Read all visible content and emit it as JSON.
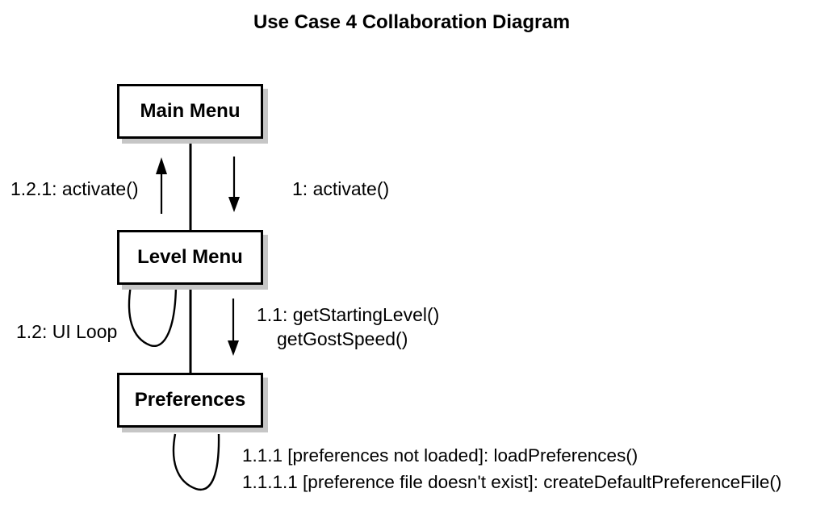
{
  "title": "Use Case 4 Collaboration Diagram",
  "nodes": {
    "main_menu": {
      "label": "Main Menu"
    },
    "level_menu": {
      "label": "Level Menu"
    },
    "preferences": {
      "label": "Preferences"
    }
  },
  "messages": {
    "activate_up": {
      "label": "1.2.1: activate()"
    },
    "activate_down": {
      "label": "1: activate()"
    },
    "ui_loop": {
      "label": "1.2: UI Loop"
    },
    "get_levels": {
      "line1": "1.1: getStartingLevel()",
      "line2": "getGostSpeed()"
    },
    "load_preferences": {
      "label": "1.1.1 [preferences not loaded]: loadPreferences()"
    },
    "create_default_preference_file": {
      "label": "1.1.1.1 [preference file doesn't exist]: createDefaultPreferenceFile()"
    }
  },
  "colors": {
    "line": "#000000",
    "text": "#000000",
    "shadow": "#c6c6c6",
    "background": "#ffffff"
  }
}
